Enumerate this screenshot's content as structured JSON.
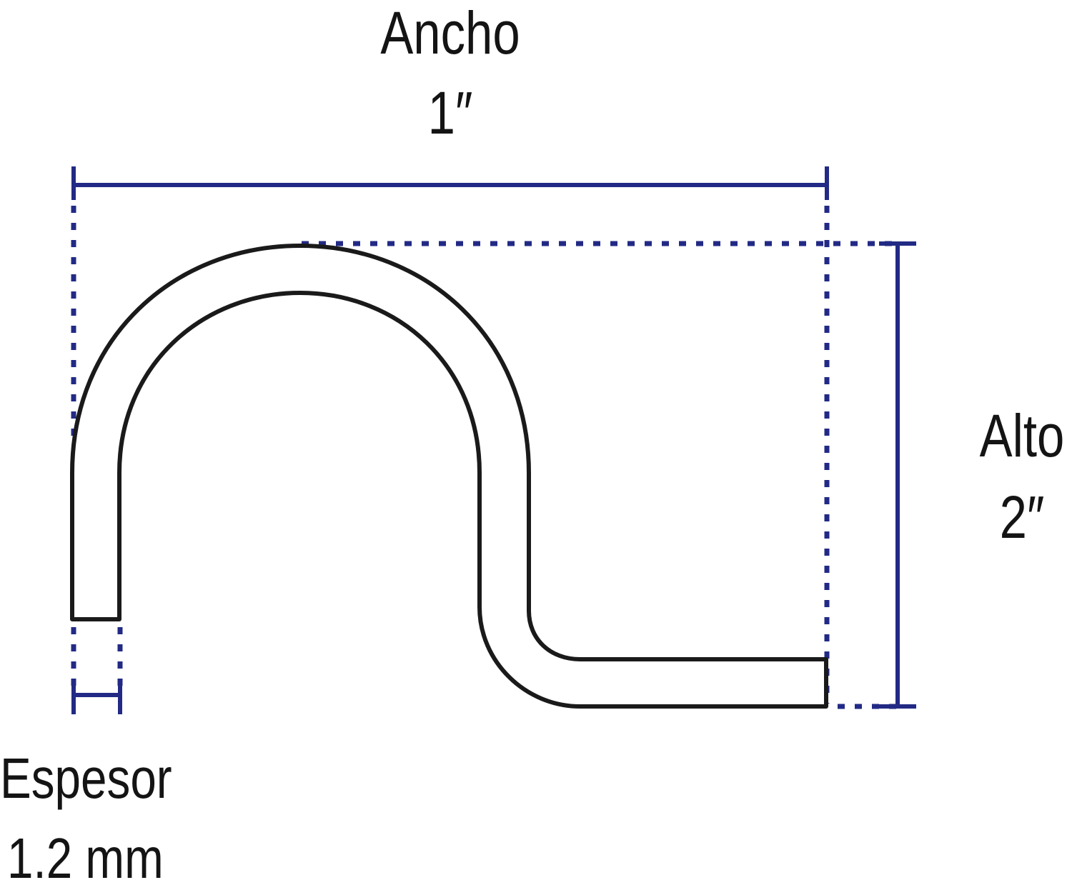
{
  "colors": {
    "dimension": "#222a85",
    "outline": "#1a1a1a",
    "text": "#141414",
    "background": "#ffffff"
  },
  "dimensions": {
    "ancho": {
      "label": "Ancho",
      "value": "1″"
    },
    "alto": {
      "label": "Alto",
      "value": "2″"
    },
    "espesor": {
      "label": "Espesor",
      "value": "1.2 mm"
    }
  }
}
